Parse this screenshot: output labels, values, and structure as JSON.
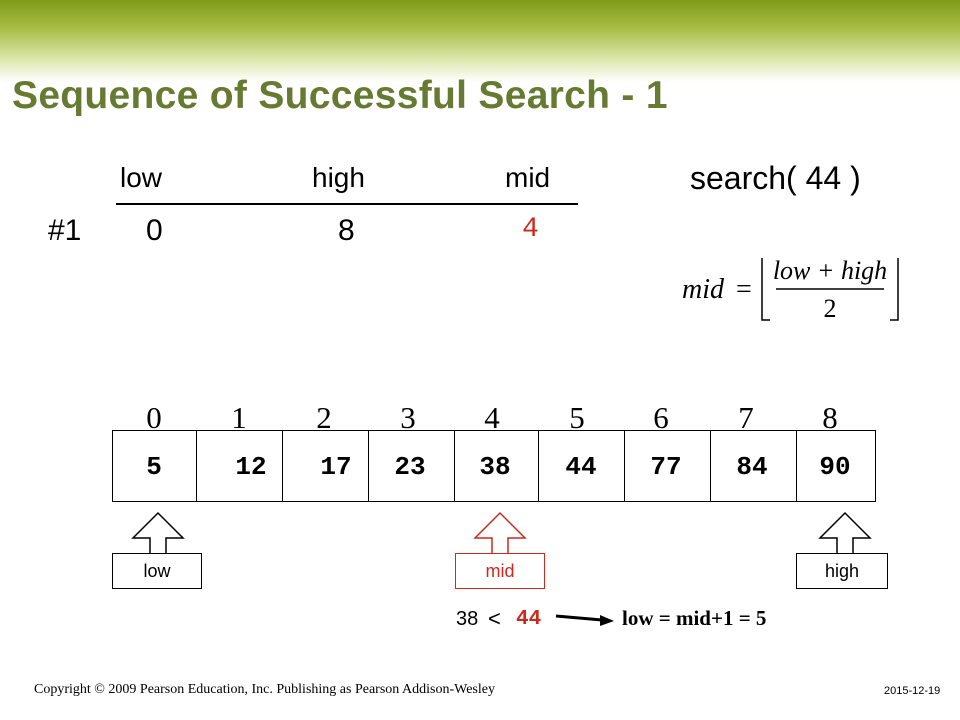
{
  "slide": {
    "title": "Sequence of Successful Search - 1",
    "footer": "Copyright © 2009 Pearson Education, Inc. Publishing as Pearson Addison-Wesley",
    "date": "2015-12-19"
  },
  "trace_table": {
    "headers": [
      "low",
      "high",
      "mid"
    ],
    "row_label": "#1",
    "values": [
      "0",
      "8",
      "4"
    ]
  },
  "search_call": "search( 44 )",
  "formula": {
    "lhs": "mid",
    "equals": "=",
    "numerator": "low + high",
    "denominator": "2"
  },
  "array": {
    "indices": [
      "0",
      "1",
      "2",
      "3",
      "4",
      "5",
      "6",
      "7",
      "8"
    ],
    "values": [
      "5",
      "12",
      "17",
      "23",
      "38",
      "44",
      "77",
      "84",
      "90"
    ]
  },
  "pointers": {
    "low": "low",
    "mid": "mid",
    "high": "high"
  },
  "comparison": {
    "left": "38",
    "op": "<",
    "right": "44",
    "result": "low = mid+1 = 5"
  },
  "colors": {
    "title": "#677a32",
    "highlight": "#cc2a1e",
    "bar": "#8aa324"
  }
}
